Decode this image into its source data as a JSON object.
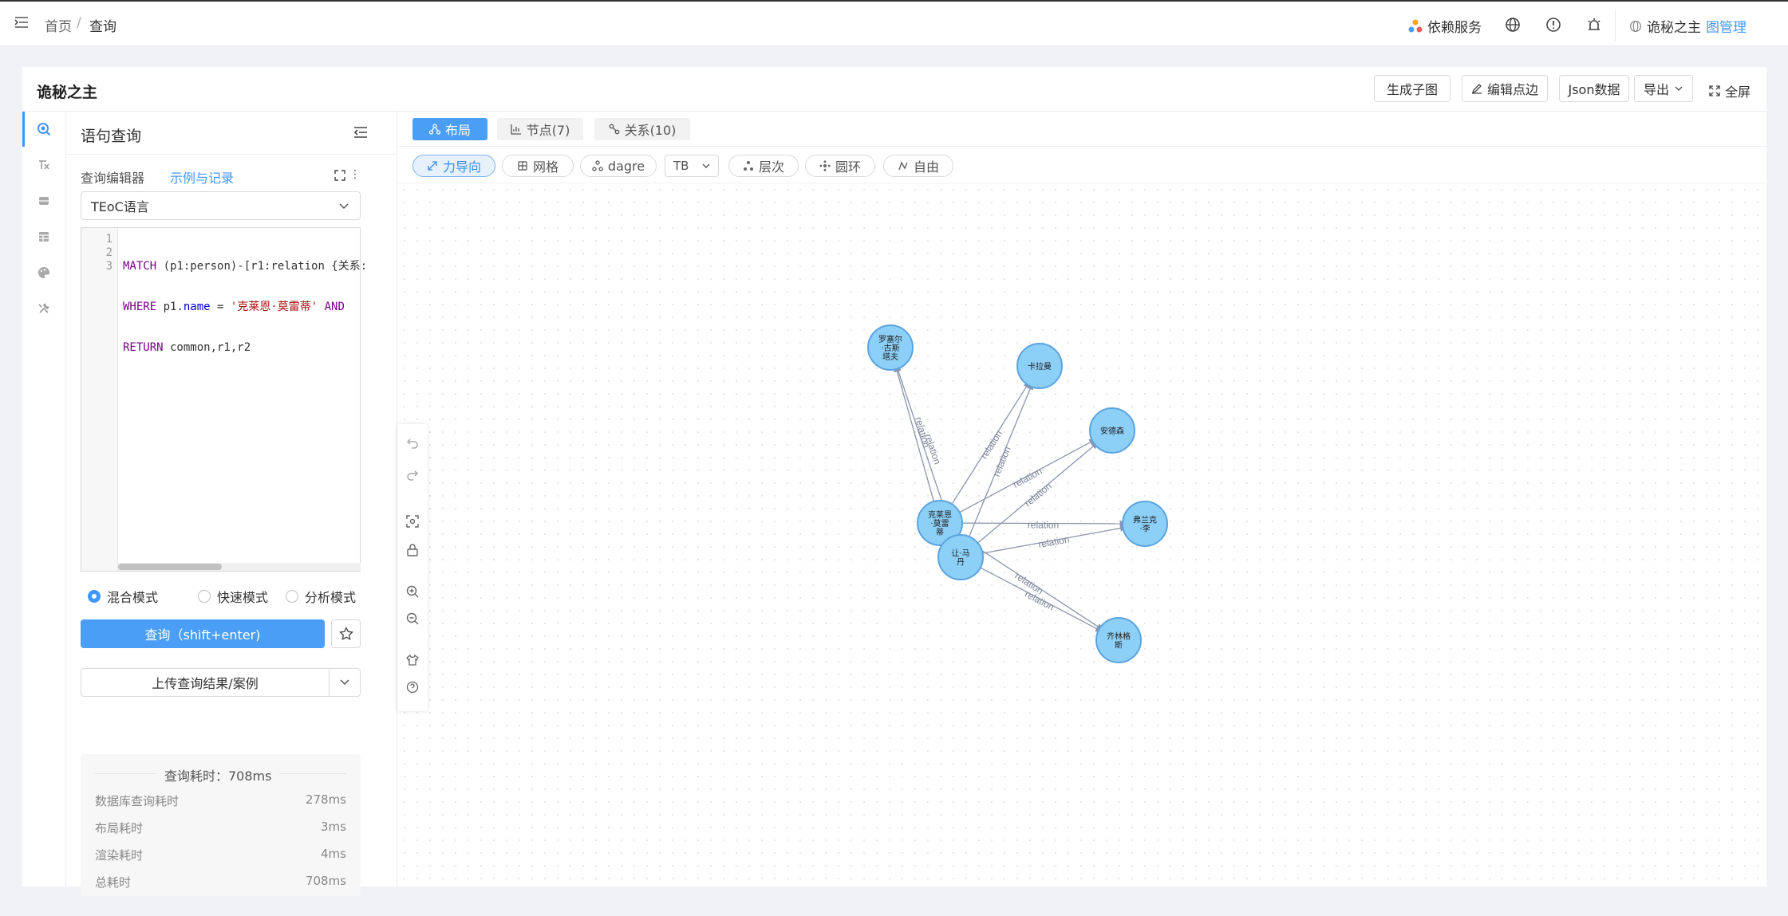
{
  "topbar": {
    "breadcrumb": [
      "首页",
      "/",
      "查询"
    ],
    "deps_label": "依赖服务",
    "space_name": "诡秘之主",
    "graph_manage": "图管理"
  },
  "card": {
    "title": "诡秘之主",
    "actions": {
      "subgraph": "生成子图",
      "edit": "编辑点边",
      "json": "Json数据",
      "export": "导出",
      "fullscreen": "全屏"
    }
  },
  "query_panel": {
    "title": "语句查询",
    "editor_label": "查询编辑器",
    "examples_link": "示例与记录",
    "language": "TEoC语言",
    "line_numbers": [
      "1",
      "2",
      "3"
    ],
    "code": {
      "l1_kw": "MATCH",
      "l1_rest": " (p1:person)-[r1:relation {关系:",
      "l2_kw": "WHERE",
      "l2_a": " p1.",
      "l2_prop": "name",
      "l2_b": " = ",
      "l2_str": "'克莱恩·莫雷蒂'",
      "l2_kw2": " AND",
      "l3_kw": "RETURN",
      "l3_rest": " common,r1,r2"
    },
    "modes": [
      "混合模式",
      "快速模式",
      "分析模式"
    ],
    "selected_mode": "混合模式",
    "query_button": "查询（shift+enter)",
    "upload_button": "上传查询结果/案例",
    "stats": {
      "header": "查询耗时：708ms",
      "rows": [
        {
          "label": "数据库查询耗时",
          "value": "278ms"
        },
        {
          "label": "布局耗时",
          "value": "3ms"
        },
        {
          "label": "渲染耗时",
          "value": "4ms"
        },
        {
          "label": "总耗时",
          "value": "708ms"
        }
      ]
    }
  },
  "graph": {
    "tabs": [
      "布局",
      "节点(7)",
      "关系(10)"
    ],
    "layouts": [
      "力导向",
      "网格",
      "dagre",
      "TB",
      "层次",
      "圆环",
      "自由"
    ],
    "nodes": [
      {
        "id": "n1",
        "label_lines": [
          "罗塞尔",
          "·古斯",
          "塔夫"
        ]
      },
      {
        "id": "n2",
        "label_lines": [
          "卡拉曼"
        ]
      },
      {
        "id": "n3",
        "label_lines": [
          "安德森"
        ]
      },
      {
        "id": "n4",
        "label_lines": [
          "弗兰克",
          "·李"
        ]
      },
      {
        "id": "n5",
        "label_lines": [
          "克莱恩",
          "·莫雷",
          "蒂"
        ]
      },
      {
        "id": "n6",
        "label_lines": [
          "让·马",
          "丹"
        ]
      },
      {
        "id": "n7",
        "label_lines": [
          "齐林格",
          "斯"
        ]
      }
    ],
    "edge_label": "relation",
    "colors": {
      "node_fill": "#8ccff7",
      "node_stroke": "#5ba4e0",
      "edge": "#8a94ad",
      "accent": "#4a9ef5"
    }
  }
}
